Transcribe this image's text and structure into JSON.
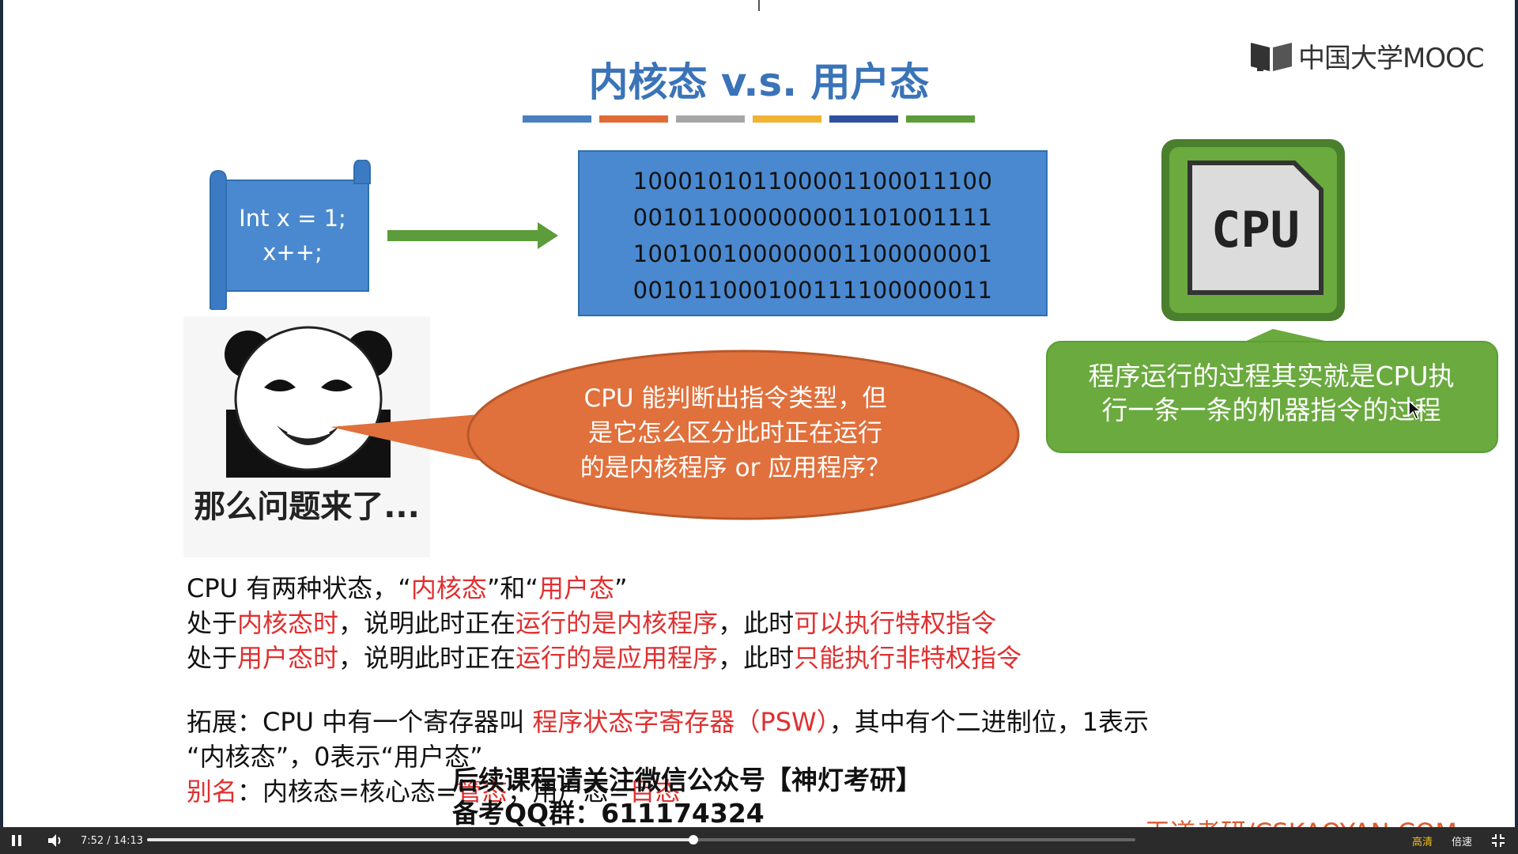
{
  "logo": {
    "text": "中国大学MOOC"
  },
  "slide": {
    "title": "内核态 v.s. 用户态",
    "color_bars": [
      "#4a7fc1",
      "#e06b36",
      "#a6a6a6",
      "#f2b233",
      "#2f4fa0",
      "#5c9c3a"
    ],
    "code_lines": [
      "Int x = 1;",
      "x++;"
    ],
    "binary_lines": [
      "100010101100001100011100",
      "001011000000001101001111",
      "100100100000001100000001",
      "001011000100111100000011"
    ],
    "cpu_label": "CPU",
    "green_bubble": [
      "程序运行的过程其实就是CPU执",
      "行一条一条的机器指令的过程"
    ],
    "meme_caption": "那么问题来了...",
    "orange_bubble": [
      "CPU 能判断出指令类型，但",
      "是它怎么区分此时正在运行",
      "的是内核程序 or 应用程序？"
    ],
    "text": {
      "l1_a": "CPU 有两种状态，“",
      "l1_b": "内核态",
      "l1_c": "”和“",
      "l1_d": "用户态",
      "l1_e": "”",
      "l2_a": "处于",
      "l2_b": "内核态时",
      "l2_c": "，说明此时正在",
      "l2_d": "运行的是内核程序",
      "l2_e": "，此时",
      "l2_f": "可以执行特权指令",
      "l3_a": "处于",
      "l3_b": "用户态时",
      "l3_c": "，说明此时正在",
      "l3_d": "运行的是应用程序",
      "l3_e": "，此时",
      "l3_f": "只能执行非特权指令",
      "l4_a": "拓展：CPU 中有一个寄存器叫 ",
      "l4_b": "程序状态字寄存器（PSW）",
      "l4_c": "，其中有个二进制位，1表示",
      "l5": "“内核态”，0表示“用户态”",
      "l6_a": "别名",
      "l6_b": "：内核态=核心态=",
      "l6_c": "管态",
      "l6_d": "；用户态=",
      "l6_e": "目态"
    },
    "watermark": [
      "后续课程请关注微信公众号【神灯考研】",
      "备考QQ群：611174324"
    ],
    "site": "王道考研/CSKAOYAN.COM"
  },
  "player": {
    "current_time": "7:52",
    "separator": "/",
    "duration": "14:13",
    "progress_fraction": 0.553,
    "quality_label": "高清",
    "speed_label": "倍速"
  }
}
